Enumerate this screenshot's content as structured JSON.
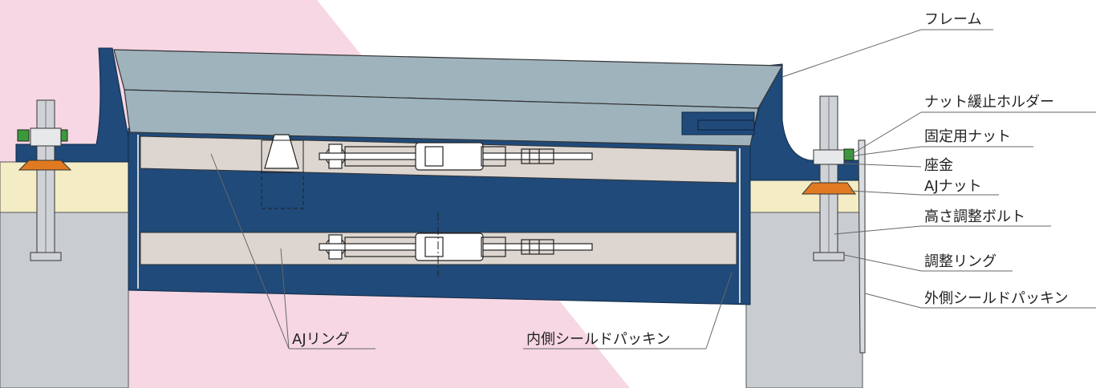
{
  "labels": {
    "frame": "フレーム",
    "nut_holder": "ナット緩止ホルダー",
    "fixing_nut": "固定用ナット",
    "washer": "座金",
    "aj_nut": "AJナット",
    "height_bolt": "高さ調整ボルト",
    "adjust_ring": "調整リング",
    "outer_packing": "外側シールドパッキン",
    "aj_ring": "AJリング",
    "inner_packing": "内側シールドパッキン"
  },
  "colors": {
    "background_pink": "#f7d7e4",
    "frame_blue": "#1f4a7a",
    "steel_grey": "#9fb3bd",
    "concrete": "#c9cdd2",
    "shim_yellow": "#f3ecc4",
    "ring_beige": "#ddd6d0",
    "nut_orange": "#e07a22",
    "holder_green": "#3a9a3a"
  }
}
